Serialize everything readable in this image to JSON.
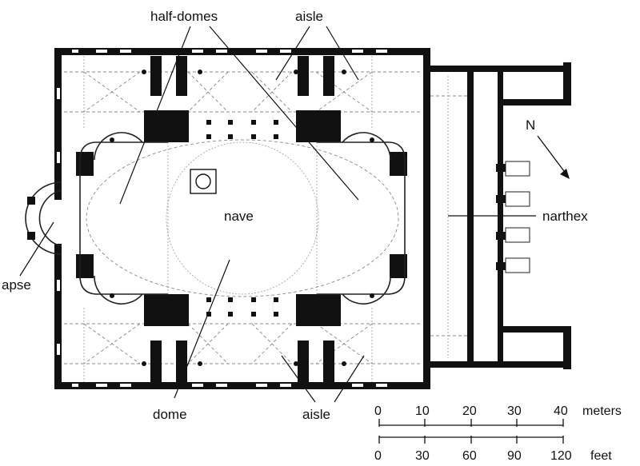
{
  "labels": {
    "half_domes": "half-domes",
    "aisle_top": "aisle",
    "nave": "nave",
    "narthex": "narthex",
    "apse": "apse",
    "dome": "dome",
    "aisle_bottom": "aisle",
    "north": "N"
  },
  "scale": {
    "meters_ticks": [
      "0",
      "10",
      "20",
      "30",
      "40"
    ],
    "meters_unit": "meters",
    "feet_ticks": [
      "0",
      "30",
      "60",
      "90",
      "120"
    ],
    "feet_unit": "feet"
  }
}
